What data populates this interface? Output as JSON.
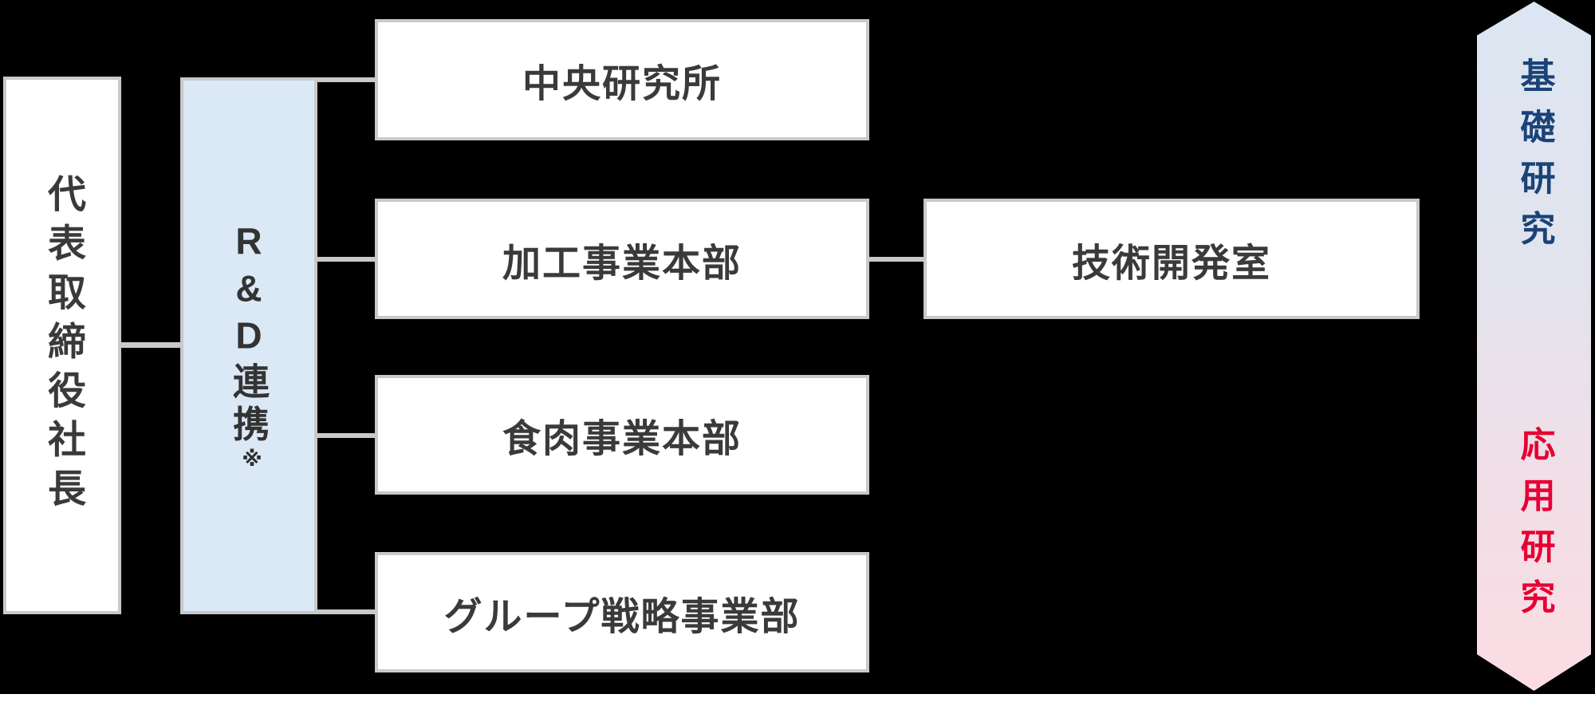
{
  "president": {
    "label": "代表取締役社長"
  },
  "rd": {
    "label": "R&D連携",
    "note_mark": "※"
  },
  "departments": [
    {
      "label": "中央研究所"
    },
    {
      "label": "加工事業本部"
    },
    {
      "label": "食肉事業本部"
    },
    {
      "label": "グループ戦略事業部"
    }
  ],
  "tech": {
    "label": "技術開発室"
  },
  "arrow": {
    "top_label": "基礎研究",
    "bottom_label": "応用研究",
    "top_label_color": "#1a4378",
    "bottom_label_color": "#e60033",
    "gradient_top": "#dbe6f2",
    "gradient_bottom": "#fcdce3"
  },
  "colors": {
    "background": "#000000",
    "box_fill": "#ffffff",
    "box_border": "#c9c9c9",
    "box_text": "#3a3a3a",
    "rd_fill": "#dbe8f6",
    "connector": "#c9c9c9"
  }
}
